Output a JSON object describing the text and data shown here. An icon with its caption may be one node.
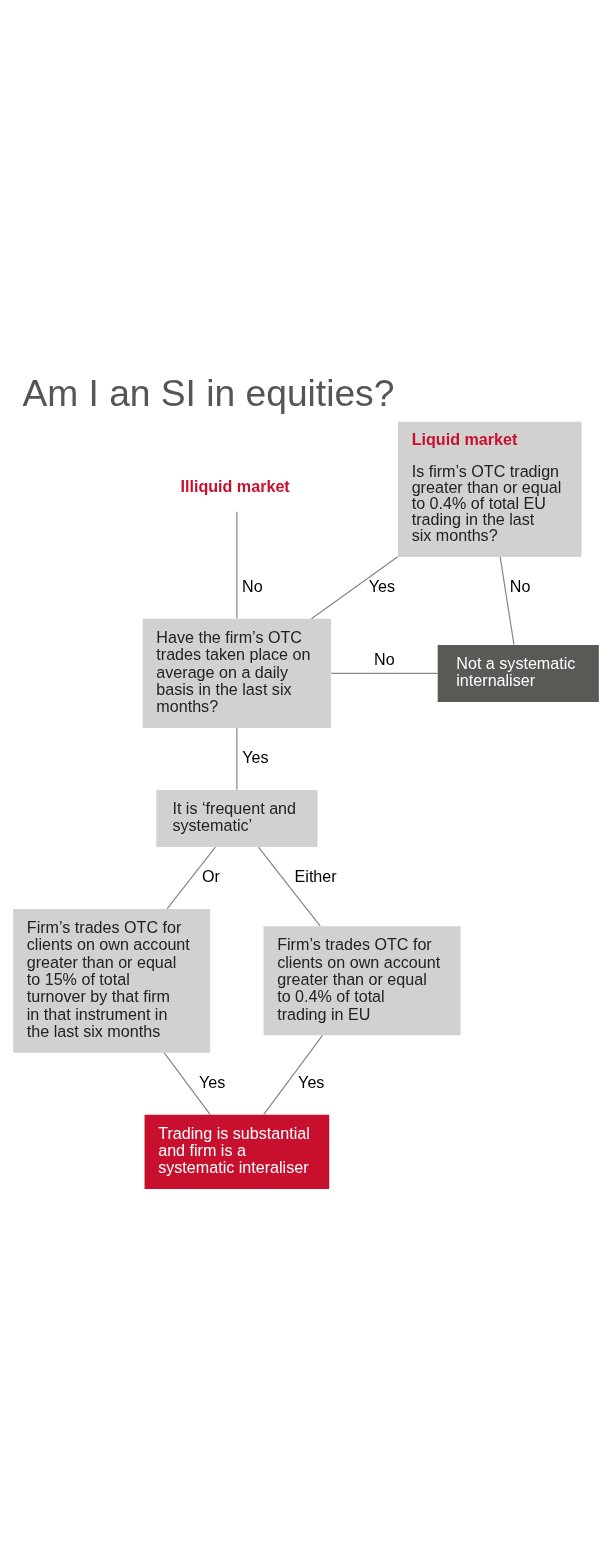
{
  "diagram": {
    "title": "Am I an SI in equities?",
    "nodes": [
      {
        "text": [
          "Illiquid market"
        ]
      },
      {
        "text": [
          "Liquid market",
          "Is firm’s OTC tradign greater than or equal to 0.4% of total EU trading in the last six months?"
        ]
      },
      {
        "text": [
          "Not a systematic internaliser"
        ]
      },
      {
        "text": [
          "Have the firm’s OTC trades taken place on average on a daily basis in the last six months?"
        ]
      },
      {
        "text": [
          "It is ‘frequent and systematic’"
        ]
      },
      {
        "text": [
          "Firm’s trades OTC for clients on own account greater than or equal to 15% of total turnover by that firm in that instrument in the last six months"
        ]
      },
      {
        "text": [
          "Firm’s trades OTC for clients on own account greater than or equal to 0.4% of total trading in EU"
        ]
      },
      {
        "text": [
          "Trading is substantial and firm is a systematic interaliser"
        ]
      }
    ],
    "edges": [
      {
        "from": 0,
        "to": 3,
        "arrow": "none",
        "label": "No"
      },
      {
        "from": 1,
        "to": 3,
        "arrow": "none",
        "label": "Yes"
      },
      {
        "from": 1,
        "to": 2,
        "arrow": "none",
        "label": "No"
      },
      {
        "from": 3,
        "to": 2,
        "arrow": "none",
        "label": "No"
      },
      {
        "from": 3,
        "to": 4,
        "arrow": "none",
        "label": "Yes"
      },
      {
        "from": 4,
        "to": 5,
        "arrow": "none",
        "label": "Or"
      },
      {
        "from": 4,
        "to": 6,
        "arrow": "none",
        "label": "Either"
      },
      {
        "from": 5,
        "to": 7,
        "arrow": "none",
        "label": "Yes"
      },
      {
        "from": 6,
        "to": 7,
        "arrow": "none",
        "label": "Yes"
      }
    ]
  }
}
